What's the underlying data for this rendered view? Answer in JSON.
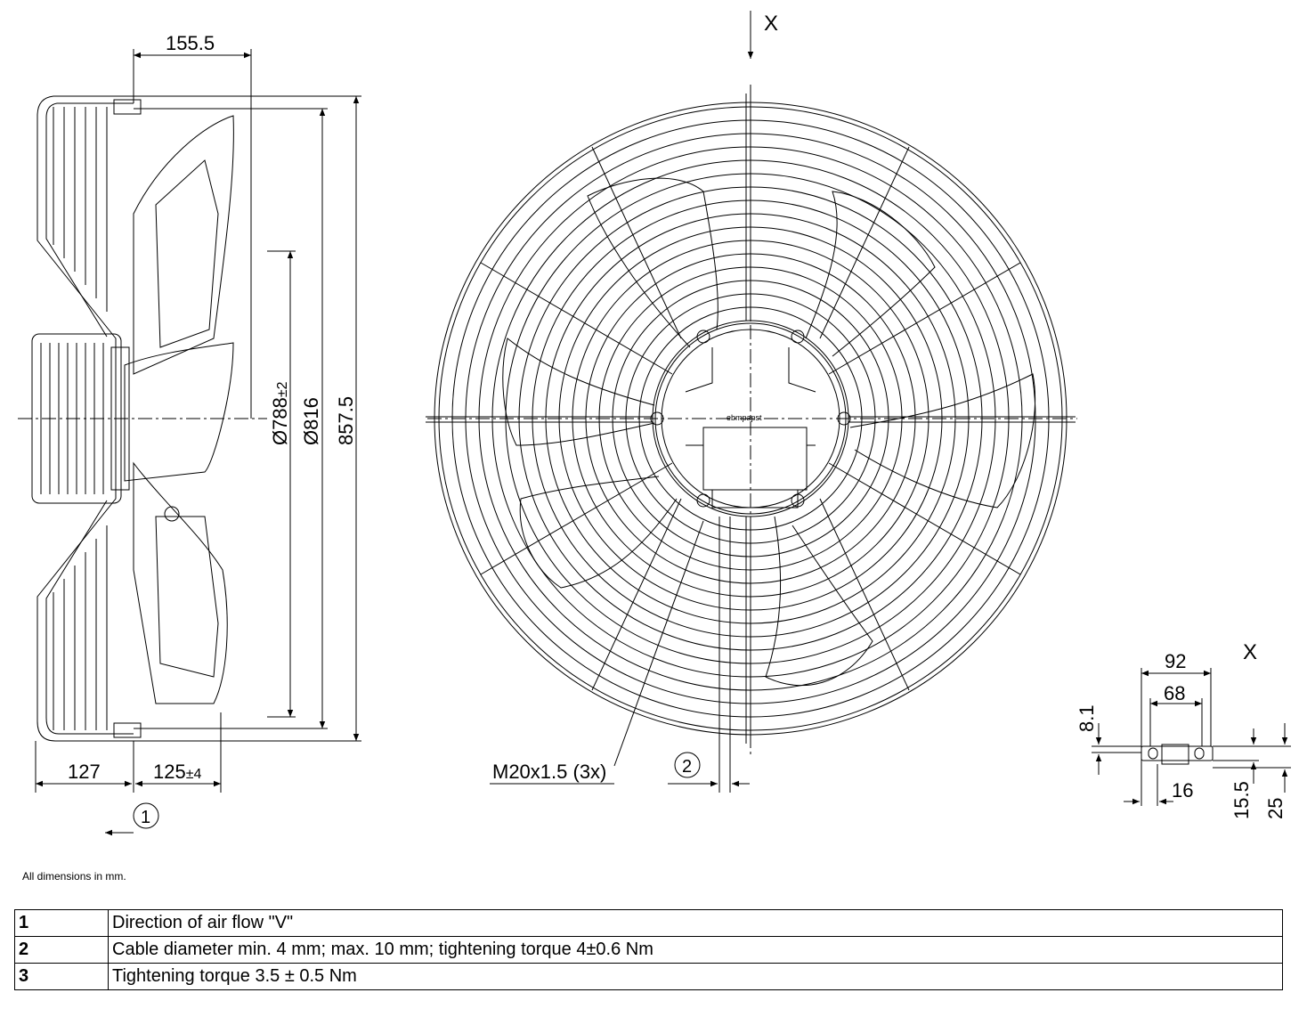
{
  "side_view": {
    "dim_depth_top": "155.5",
    "dim_rear": "127",
    "dim_front": "125",
    "dim_front_tol": "±4",
    "dim_impeller_dia": "Ø788",
    "dim_impeller_tol": "±2",
    "dim_inner_dia": "Ø816",
    "dim_overall_dia": "857.5",
    "callout_airflow": "1"
  },
  "front_view": {
    "section_label": "X",
    "cable_gland": "M20x1.5 (3x)",
    "callout_cable": "2",
    "logo": "ebmpapst"
  },
  "detail_x": {
    "label": "X",
    "dim_92": "92",
    "dim_68": "68",
    "dim_8_1": "8.1",
    "dim_16": "16",
    "dim_15_5": "15.5",
    "dim_25": "25"
  },
  "note": "All dimensions in mm.",
  "legend": [
    {
      "num": "1",
      "text": "Direction of air flow \"V\""
    },
    {
      "num": "2",
      "text": "Cable diameter min. 4 mm; max. 10 mm; tightening torque 4±0.6 Nm"
    },
    {
      "num": "3",
      "text": "Tightening torque 3.5 ± 0.5 Nm"
    }
  ]
}
